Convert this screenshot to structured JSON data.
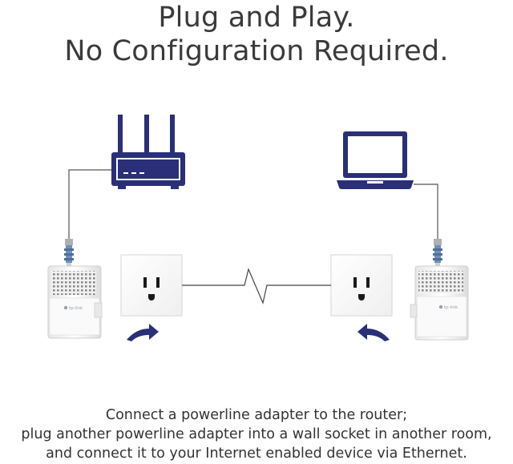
{
  "headline": {
    "line1": "Plug and Play.",
    "line2": "No Configuration Required."
  },
  "caption": {
    "line1": "Connect a powerline adapter to the router;",
    "line2": "plug another powerline adapter into a wall socket in another room,",
    "line3": "and connect it to your Internet enabled device via Ethernet."
  },
  "adapter": {
    "brand": "tp-link"
  },
  "icons": {
    "router": "router-icon",
    "laptop": "laptop-icon",
    "socket": "wall-socket-icon",
    "arrow": "curved-arrow-icon",
    "cable": "ethernet-cable-icon",
    "powerline": "powerline-signal-icon"
  },
  "colors": {
    "icon_navy": "#2a2f78",
    "text": "#333333",
    "cable": "#555555",
    "plug_blue": "#6f8fb8"
  }
}
